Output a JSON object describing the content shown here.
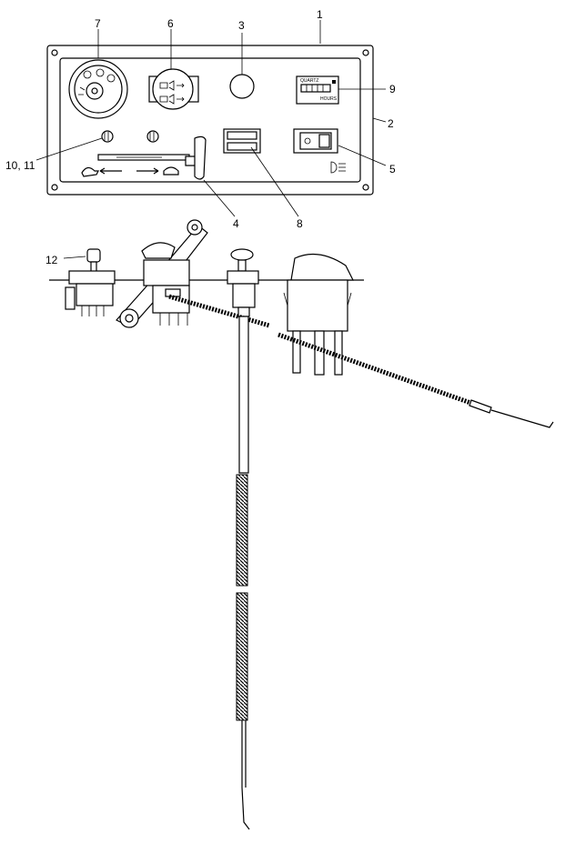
{
  "callouts": {
    "c1": "1",
    "c2": "2",
    "c3": "3",
    "c4": "4",
    "c5": "5",
    "c6": "6",
    "c7": "7",
    "c8": "8",
    "c9": "9",
    "c10_11": "10, 11",
    "c12": "12"
  },
  "hour_meter": {
    "brand": "QUARTZ",
    "unit": "HOURS"
  }
}
